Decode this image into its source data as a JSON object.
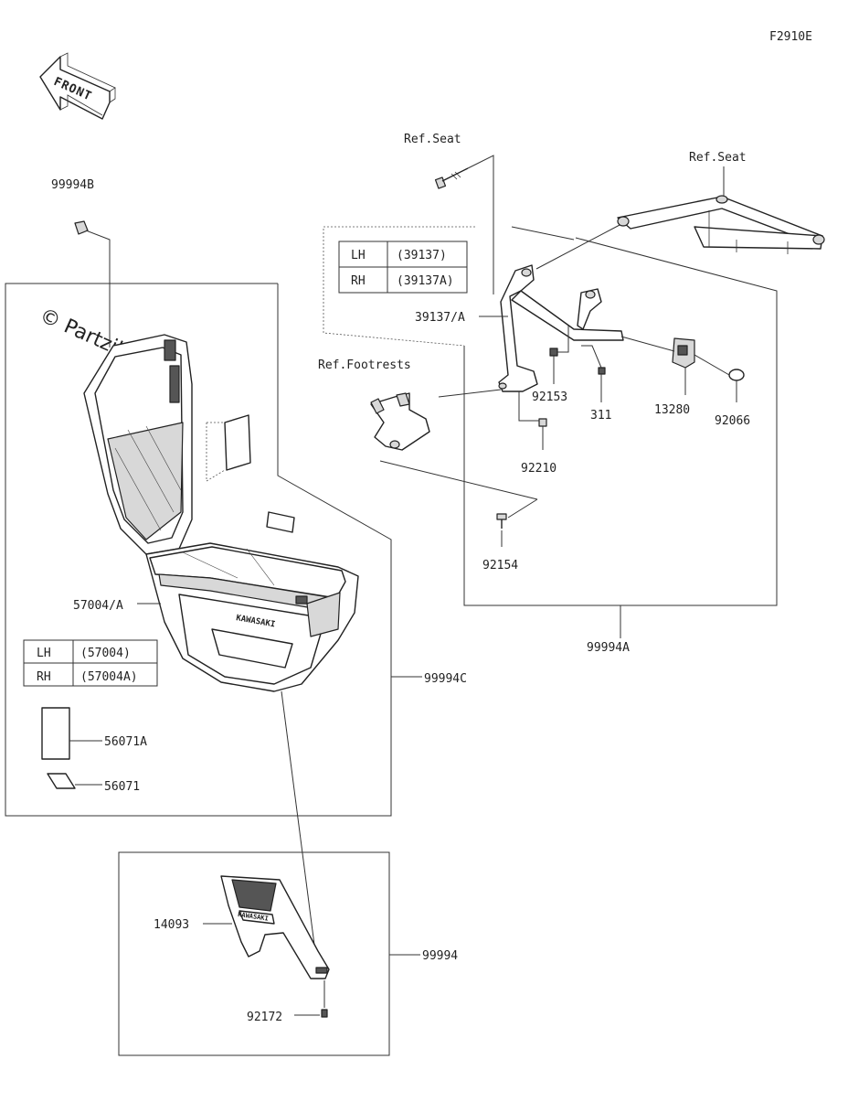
{
  "figure_code": "F2910E",
  "front_label": "FRONT",
  "watermark": "© Partzilla.com",
  "ref_labels": {
    "seat_a": "Ref.Seat",
    "seat_b": "Ref.Seat",
    "footrests": "Ref.Footrests"
  },
  "rail_table": {
    "rows": [
      {
        "side": "LH",
        "part": "(39137)"
      },
      {
        "side": "RH",
        "part": "(39137A)"
      }
    ]
  },
  "case_table": {
    "rows": [
      {
        "side": "LH",
        "part": "(57004)"
      },
      {
        "side": "RH",
        "part": "(57004A)"
      }
    ]
  },
  "parts": {
    "p99994B": "99994B",
    "p39137A": "39137/A",
    "p92153": "92153",
    "p311": "311",
    "p13280": "13280",
    "p92066": "92066",
    "p92210": "92210",
    "p92154": "92154",
    "p99994A": "99994A",
    "p57004A": "57004/A",
    "p99994C": "99994C",
    "p56071A": "56071A",
    "p56071": "56071",
    "p14093": "14093",
    "p99994": "99994",
    "p92172": "92172"
  }
}
